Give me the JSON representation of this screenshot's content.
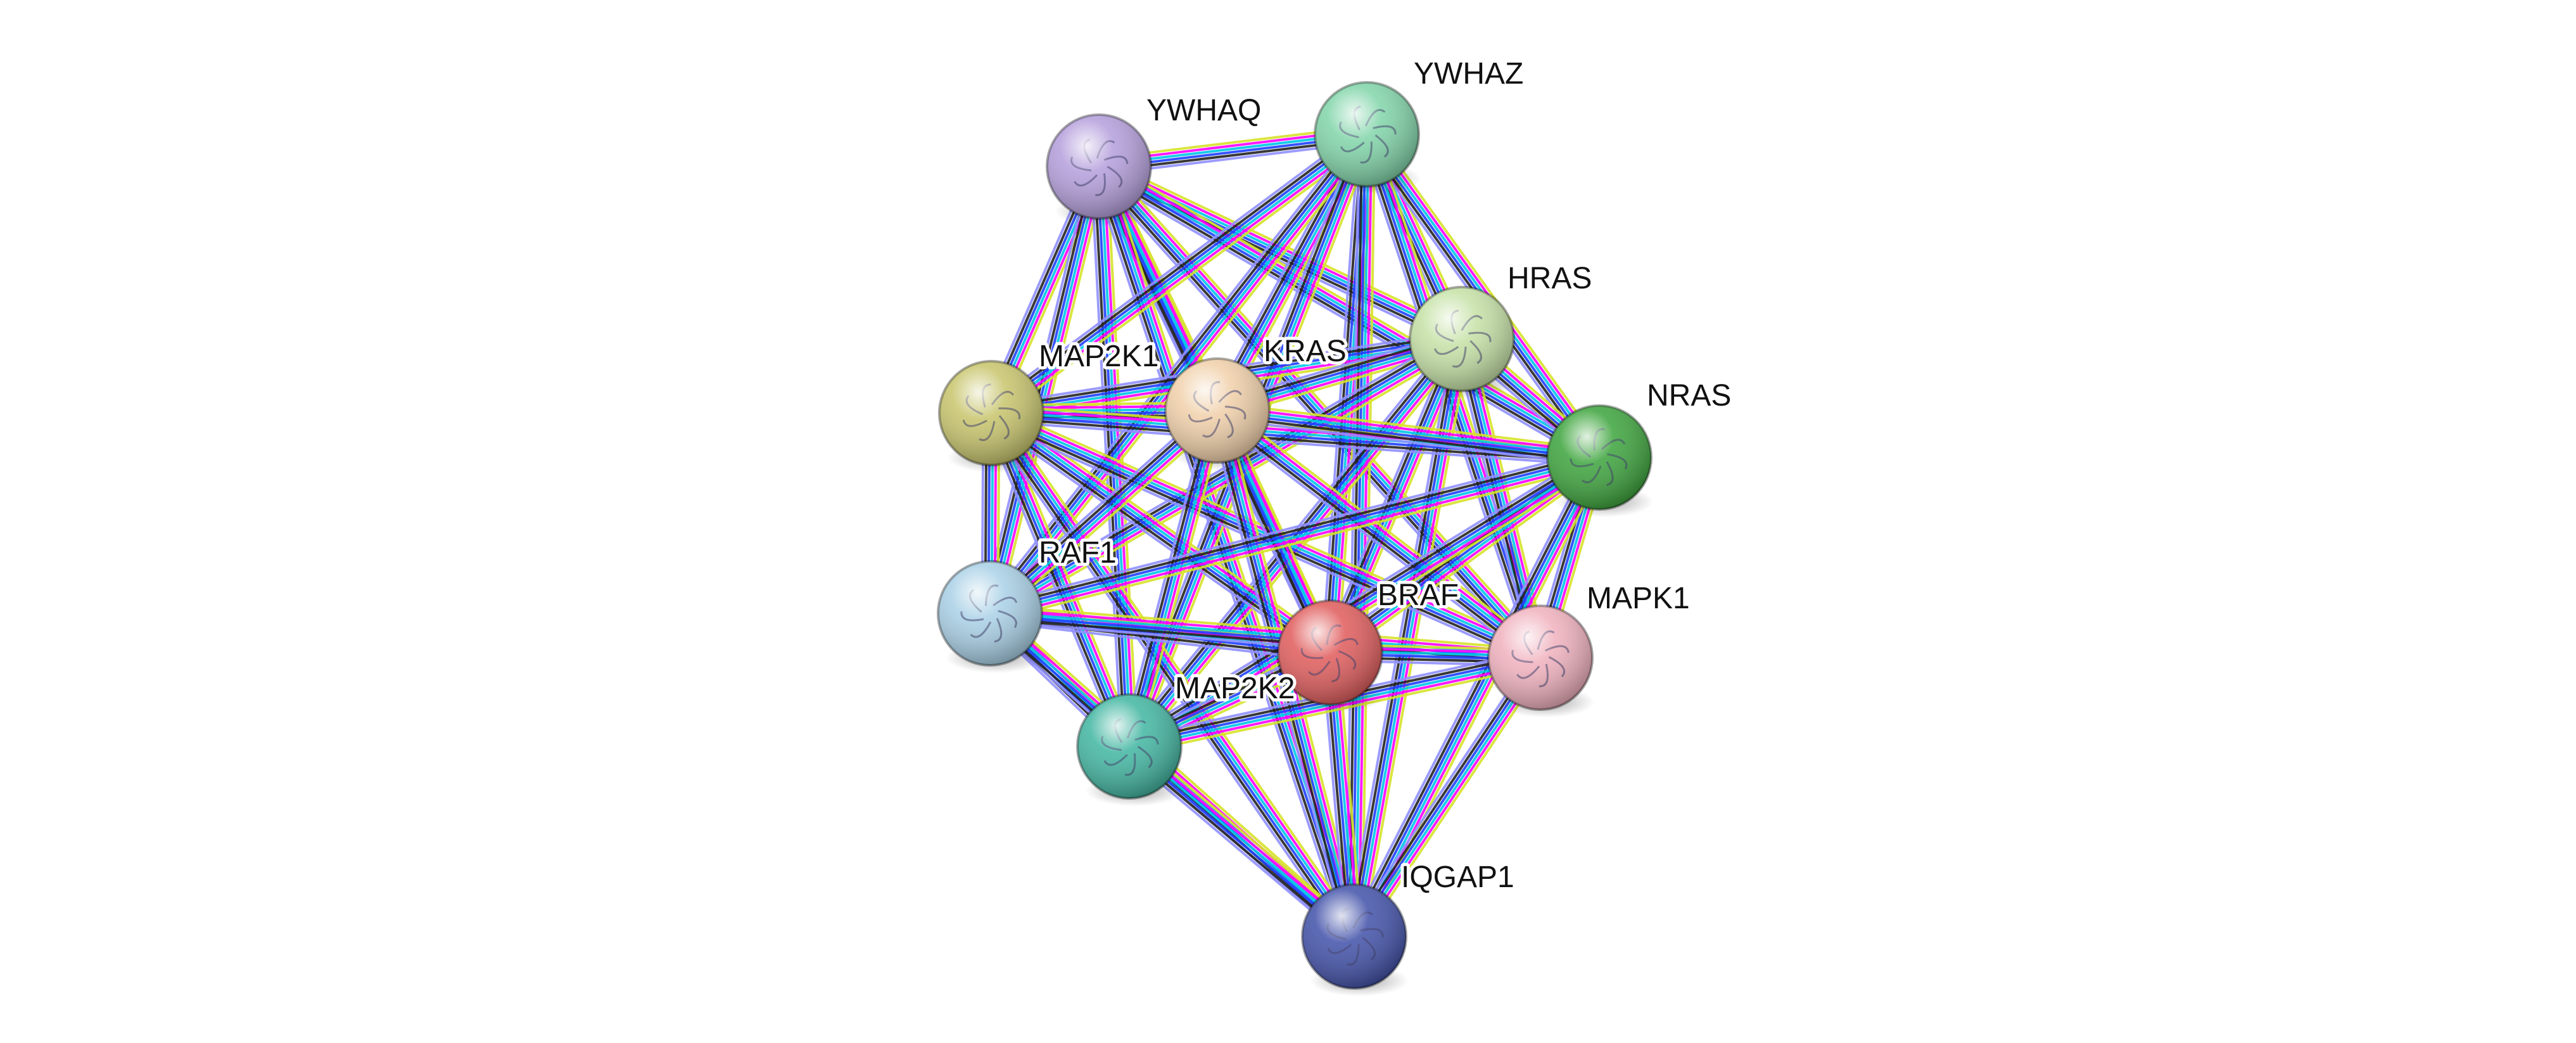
{
  "network": {
    "nodes": [
      {
        "id": "YWHAQ",
        "label": "YWHAQ",
        "color": "#b39ddb"
      },
      {
        "id": "YWHAZ",
        "label": "YWHAZ",
        "color": "#7fd4a8"
      },
      {
        "id": "HRAS",
        "label": "HRAS",
        "color": "#c5e1a5"
      },
      {
        "id": "MAP2K1",
        "label": "MAP2K1",
        "color": "#c7c46a"
      },
      {
        "id": "KRAS",
        "label": "KRAS",
        "color": "#f0cfa8"
      },
      {
        "id": "NRAS",
        "label": "NRAS",
        "color": "#3aa33a"
      },
      {
        "id": "RAF1",
        "label": "RAF1",
        "color": "#a8d0e6"
      },
      {
        "id": "BRAF",
        "label": "BRAF",
        "color": "#e05a5a"
      },
      {
        "id": "MAPK1",
        "label": "MAPK1",
        "color": "#f0b0bd"
      },
      {
        "id": "MAP2K2",
        "label": "MAP2K2",
        "color": "#3fb5a0"
      },
      {
        "id": "IQGAP1",
        "label": "IQGAP1",
        "color": "#3f4fa8"
      }
    ],
    "edge_colors": [
      "#d6e22a",
      "#ff00ff",
      "#00c8e6",
      "#2040ff",
      "#222222",
      "#9090ff"
    ]
  }
}
